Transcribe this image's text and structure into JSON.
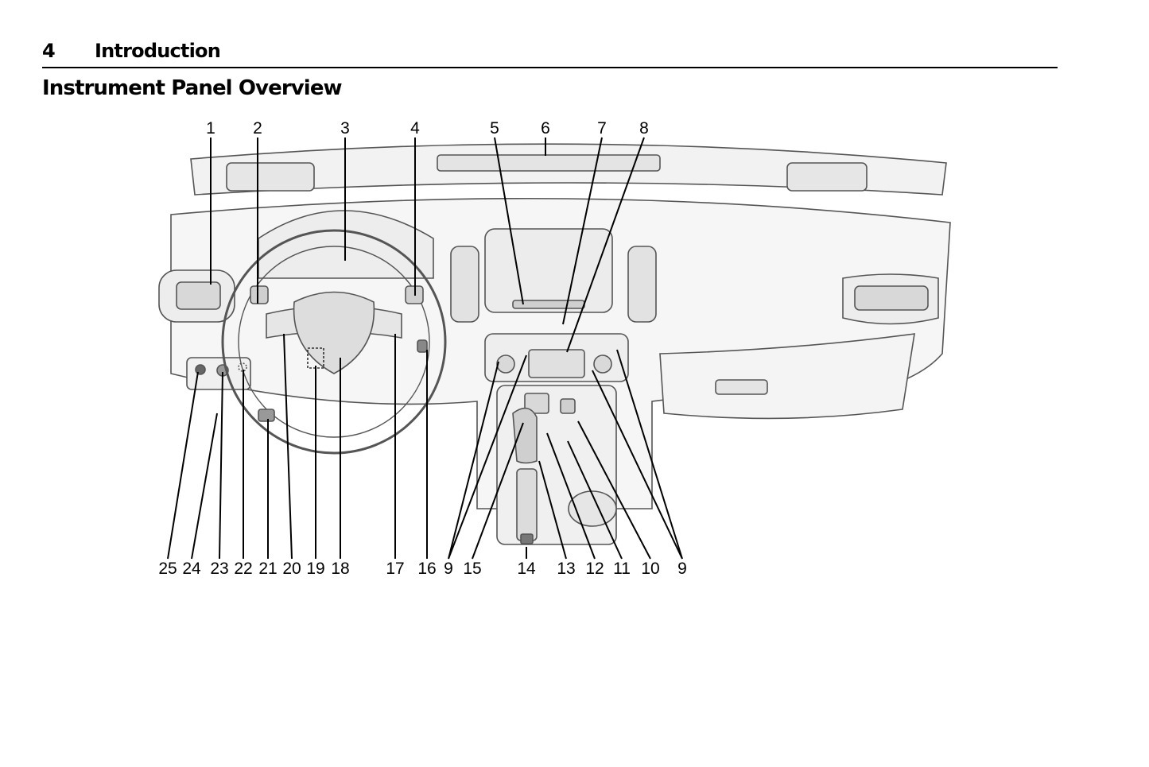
{
  "header": {
    "page_number": "4",
    "chapter_title": "Introduction"
  },
  "section": {
    "title": "Instrument Panel Overview"
  },
  "figure": {
    "top_callouts": [
      "1",
      "2",
      "3",
      "4",
      "5",
      "6",
      "7",
      "8"
    ],
    "bottom_callouts": [
      "25",
      "24",
      "23",
      "22",
      "21",
      "20",
      "19",
      "18",
      "17",
      "16",
      "9",
      "15",
      "14",
      "13",
      "12",
      "11",
      "10",
      "9"
    ]
  }
}
